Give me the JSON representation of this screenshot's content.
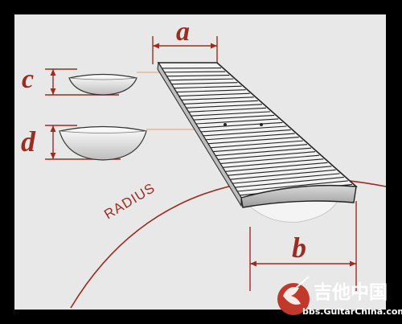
{
  "labels": {
    "a": "a",
    "b": "b",
    "c": "c",
    "d": "d",
    "radius": "RADIUS"
  },
  "watermark": {
    "title": "吉他中国",
    "url": "bbs.GuitarChina.com"
  },
  "colors": {
    "background": "#000000",
    "panel": "#e8e8e8",
    "accent": "#9a2d22",
    "leader": "#e0a070",
    "outline": "#222222",
    "watermark_logo": "#c0392b"
  },
  "icons": {
    "watermark_logo": "guitar-logo-icon"
  }
}
